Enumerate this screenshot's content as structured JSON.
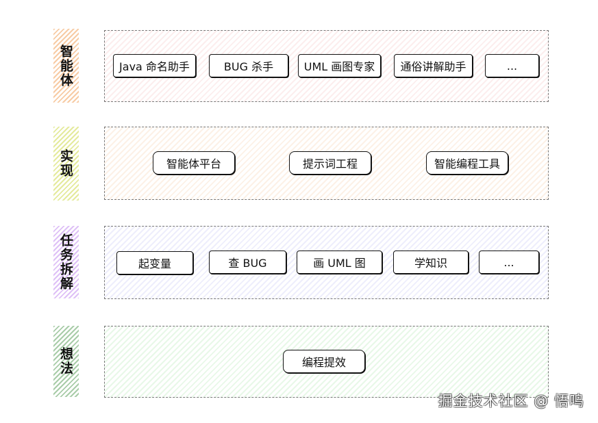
{
  "rows": [
    {
      "label": "智能体",
      "nodes": [
        "Java 命名助手",
        "BUG 杀手",
        "UML 画图专家",
        "通俗讲解助手",
        "..."
      ]
    },
    {
      "label": "实现",
      "nodes": [
        "智能体平台",
        "提示词工程",
        "智能编程工具"
      ]
    },
    {
      "label": "任务拆解",
      "nodes": [
        "起变量",
        "查 BUG",
        "画 UML 图",
        "学知识",
        "..."
      ]
    },
    {
      "label": "想法",
      "nodes": [
        "编程提效"
      ]
    }
  ],
  "watermark": "掘金技术社区 @ 悟鸣",
  "colors": {
    "row1_strip": "#f0a05a",
    "row2_strip": "#d2dc5a",
    "row3_strip": "#c896f0",
    "row4_strip": "#6eaa6e",
    "row1_panel": "#f09696",
    "row2_panel": "#f2b278",
    "row3_panel": "#aaaaf0",
    "row4_panel": "#96e196"
  }
}
